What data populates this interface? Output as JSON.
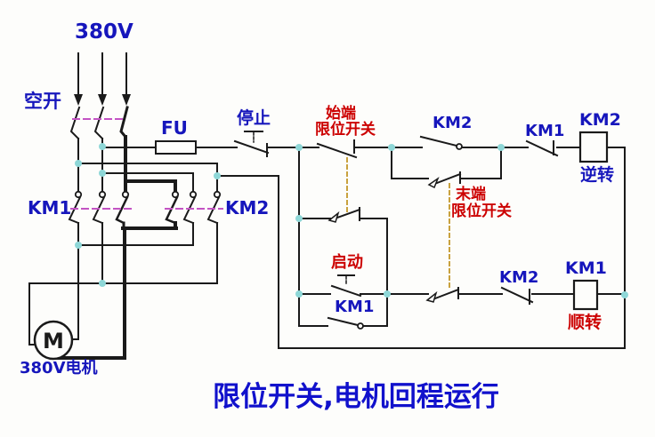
{
  "title": "限位开关,电机回程运行",
  "colors": {
    "label_blue": "#1616bc",
    "label_red": "#cc0000",
    "wire_black": "#1a1a1a",
    "junction_cyan": "#8ed7d7",
    "mech_tie_magenta": "#c353c3",
    "mech_link_tan": "#c9a23f",
    "background": "#fdfdfb"
  },
  "power": {
    "voltage": "380V",
    "breaker": "空开",
    "fuse": "FU"
  },
  "main_circuit": {
    "km1_contacts": "KM1",
    "km2_contacts": "KM2",
    "motor": {
      "symbol": "M",
      "label": "380V电机"
    }
  },
  "control_circuit": {
    "stop": "停止",
    "start": "启动",
    "start_limit": {
      "line1": "始端",
      "line2": "限位开关"
    },
    "end_limit": {
      "line1": "末端",
      "line2": "限位开关"
    },
    "reverse_branch": {
      "km2_aux": "KM2",
      "km1_interlock": "KM1",
      "km2_coil": "KM2",
      "mode": "逆转"
    },
    "forward_branch": {
      "km1_aux": "KM1",
      "km2_interlock": "KM2",
      "km1_coil": "KM1",
      "mode": "顺转"
    }
  }
}
